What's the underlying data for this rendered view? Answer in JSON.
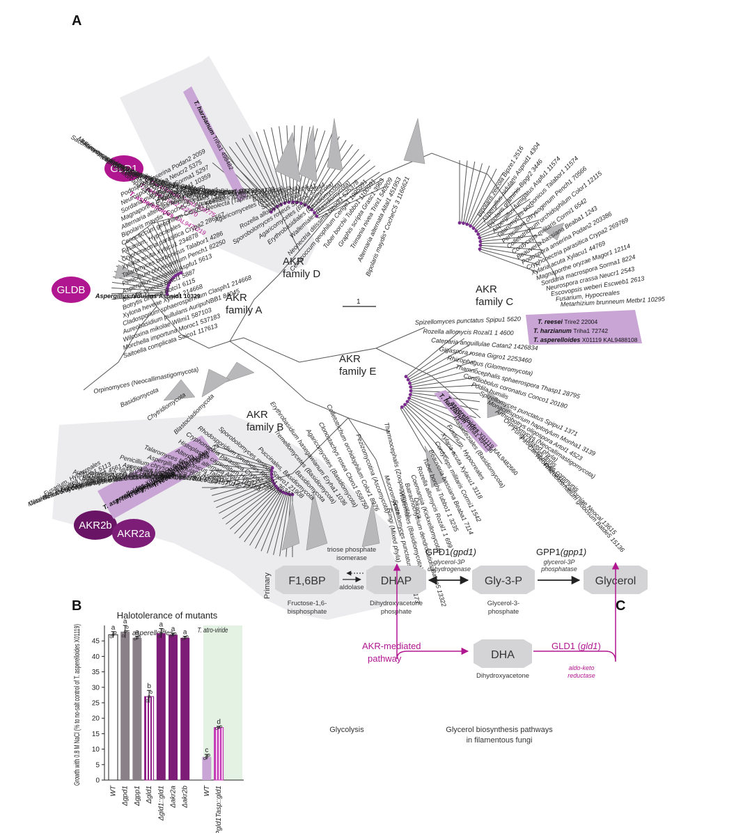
{
  "panels": {
    "a": "A",
    "b": "B",
    "c": "C"
  },
  "colors": {
    "magenta": "#b0168f",
    "dark_purple": "#6a1466",
    "mid_purple": "#8e1f86",
    "grey_node": "#d4d4d6",
    "shade": "#ececee"
  },
  "tree": {
    "families": [
      {
        "id": "a",
        "line1": "AKR",
        "line2": "family A"
      },
      {
        "id": "b",
        "line1": "AKR",
        "line2": "family B"
      },
      {
        "id": "c",
        "line1": "AKR",
        "line2": "family C"
      },
      {
        "id": "d",
        "line1": "AKR",
        "line2": "family D"
      },
      {
        "id": "e",
        "line1": "AKR",
        "line2": "family E"
      }
    ],
    "ovals": {
      "gld1": "GLD1",
      "gldb": "GLDB",
      "akr2b": "AKR2b",
      "akr2a": "AKR2a"
    },
    "scale_label": "1",
    "leaves_topleft": [
      "Saitoella complicata Saico1 117613",
      "Morchella importuna Moroc1 537183",
      "Wilcoxina mikolae Wilmi1 587103",
      "Aureobasidium pullulans AuripuNBB1 84045",
      "Cladosporium sphaerospermum Clasph1 214668",
      "Xylona heveae Xylhe1 214668",
      "Botrytis cinerea Botci1 6115",
      "Botrytis cinerea Botci1 5887",
      "Aspergillus fumigatus Aspfu1 5613",
      "Penicillium chrysogenum Pench1 82250",
      "Talaromyces borbonicus Talabor1 4286",
      "Xylaria acuta Xylacu1 234878",
      "Cryphonectria parasitica Crypa2 286567",
      "Fusarium, Hypocreales",
      "Cenococcum geophilum Cenge1 664563",
      "Bipolaris maydis* CocheC5 3 1108497",
      "Alternaria alternata Altal1 394570",
      "Magnaporthe oryzae Magor1 10359",
      "Sordaria macrospora Sorma1 5297",
      "Neurospora crassa Neucr2 5375",
      "Podospora anserina Podan2 2059"
    ],
    "leaves_left_mid": [
      "Orpinomyces (Neocallimastigomycota)",
      "Basidiomycota",
      "Chytridiomycota",
      "Blastocladiomycota"
    ],
    "leaves_top": [
      "Mortierella capitata Morcap1 215813",
      "Allomyces macrogynus Allma1 19315",
      "Saccharomycopsis capsularis Sacca1 1330",
      "Xylaria acuta Xylacu1 258404",
      "Magnaporthe oryzae Magor1 81545",
      "Wilcoxina mikolae Wilmi1 538860",
      "Trimania nivea Trini1 558040",
      "Beauveria bassiana Beaba1 8163",
      "Mucoromycota",
      "Mortierellales (Mucoromycota)",
      "Dikarya",
      "Pneumocystis carinii Pneca1 987",
      "Bipolaris maydis CocheC5 3 116291",
      "Saccharomycetales (Saccharomycotina)",
      "Atractiellales Atrac1 1236799",
      "Neolecta (Taphrinomycotina)",
      "Basidiomycota",
      "Agaricomycetes (Basidiomycota)",
      "Saccharomycotina",
      "Rozella allomycis Rozal1 1 641",
      "Sporobolomyces roseus Sporo1 33944",
      "Agaricomycetes (Basidiomycota)",
      "Erythrobasidiales (Basidiomycota)",
      "Wallemiales (Basidiomycota)",
      "Neonectria ditissima Neodi1 525378",
      "Cenococcum geophilum Cenge1 1095991",
      "Tuber borchii Tubbo1 1100991",
      "Graphis scripta Grasc1 3963",
      "Trimania nivea Trini1 540209",
      "Alternaria alternata Altal1 451953",
      "Bipolaris maydis* CocheC5 3 1166621"
    ],
    "leaves_right": [
      "Bipolaris zeicola Bipze1 2516",
      "Aspergillus nidulans Aspnid1 4304",
      "Bipolaris graminis Bipgr2 3446",
      "Aspergillus fumigatus Aspfu1 11574",
      "Talaromyces borbonicus Talabor1 11574",
      "Penicillium chrysogenum Pench1 70566",
      "Colletotrichum orchidophilum Color1 12115",
      "Cordyceps militaris Cormi1 6542",
      "Beauveria bassiana Beaba1 1243",
      "Podospora anserina Podan2 203386",
      "Cryphonectria parasitica Crypa2 269769",
      "Xylaria acuta Xylacu1 44769",
      "Magnaporthe oryzae Magor1 12114",
      "Sordaria macrospora Sorma1 8224",
      "Neurospora crassa Neucr1 2543",
      "Escovopsis weberi Escweb1 2613",
      "Fusarium, Hypocreales",
      "Metarhizium brunneum Metbr1 10295"
    ],
    "highlight_c": [
      {
        "name": "T. reesei",
        "id": "Trire2 22004"
      },
      {
        "name": "T. harzianum",
        "id": "Triha1 72742"
      },
      {
        "name": "T. asperelloides",
        "id": "X01119 KAL9488108"
      }
    ],
    "highlight_d": [
      {
        "name": "T. harzianum",
        "id": "Triha1 509775"
      },
      {
        "name": "T. reesei",
        "id": "Trire2 122770"
      },
      {
        "name": "T. asperelloides",
        "id": "KAL9473219"
      }
    ],
    "highlight_gld1_top": {
      "name": "T. harzianum",
      "id": "Triha1 498482"
    },
    "gldb_leaf": {
      "name": "Aspergillus nidulans",
      "id": "Aspnid1 10329"
    },
    "leaves_e": [
      "Spizellomyces punctatus Spipu1 5620",
      "Rozella allomycis Rozal1 1 4600",
      "Catenaria anguillulae Catan2 1426834",
      "Gigaspora rosea Gigro1 2253460",
      "Rhizophagus (Glomeromycota)",
      "Thamnocephalis sphaerospora Thasp1 28795",
      "Conidiobolus coronatus Conco1 20180",
      "Podila humilis",
      "Spizellomyces punctatus Spipu1 1371",
      "Monacrosporium haptotylum Monha1 3139",
      "Arthrobotrys oligospora Artol1 4523",
      "Orpinomyces (Neocallimastigomycota)",
      "Fungi (Mixed phyla)",
      "Piromyces finnis",
      "Caecomyces communis",
      "Neocallimastix californiae Neocal 13615",
      "Rhizoclosmatium globosum Batde5 15136"
    ],
    "highlight_e": [
      {
        "name": "T. harzianum",
        "id": "Triha1 494136"
      },
      {
        "name": "T. asperelloides",
        "id": "X01119 KAL9482660"
      }
    ],
    "leaves_e_lower": [
      "Malasseziales (Basidiomycota)",
      "Fusarium, Hypocreales",
      "Xylaria acuta Xylacu1 3118",
      "Cordyceps militaris Cormi1 1542",
      "Beauveria bassiana Beaba1 7114",
      "Tuber borchii Tubbo1 1 3235",
      "Rozella allomycis Rozal1 1 699",
      "Coemansia (Kickxellomycota)",
      "Batrachochytrium dendrobatidis Batde5 13322",
      "Wallemiales (Basidiomycota)",
      "Spizellomyces punctatus Spipu1 7173",
      "Fungi (Mixed phyla)"
    ],
    "leaves_b": [
      "Fusarium, Hypocreales",
      "Claviceps purpurea Clapu1 5113",
      "Metarhizium brunneum Metbr1 4561",
      "Beauveria bassiana Beaba1 3843",
      "Cordyceps militaris Cormi1 8024",
      "Escovopsis weberi Escweb1 5055",
      "Clonostachys rosea Clorc1 415030",
      "Alternaria alternata Altal1 44374",
      "Bipolaris maydis* CocheC5 3 114000",
      "Aureobasidium pullulans AuripuNBB1 85773",
      "Fusarium, Hypocreales",
      "Aspergillus fumigatus Aspfu1 6369",
      "Penicillium chrysogenum Pench1 73137",
      "Aspergillus nidulans Aspnid1 1016",
      "Talaromyces borbonicus Talabor1 13277",
      "Alternaria alternata Altal1 104168",
      "Histoplasma capsulatum Hisca1 1777",
      "Cryphonectria parasitica Crypa2 294838",
      "Rhodosporidium toruloides Rhoto1 36342",
      "Sporobolomyces roseus Sporo1 21908",
      "Puccinales, Basidiomycota",
      "Basidiomycota",
      "Tremellomycetes (Basidiomycota)",
      "Erythrobasidium hasegawianum Eryha1 1036",
      "Agaricomycetes (Basidiomycota)",
      "Clonostachys rosea Cloro1 558750",
      "Colletotrichum orchidophilum Color1 8976",
      "Pezizomycotina (Ascomycota)",
      "Mucoromycota",
      "Thamnocephalis (Zoopagomycota)",
      "Dikarya"
    ],
    "highlight_b": [
      {
        "name": "T. asperelloides",
        "id": "X01119 KAL9484213"
      },
      {
        "name": "T. harzianum",
        "id": "Triha1 517823"
      },
      {
        "name": "T. asperelloides",
        "id": "X01119 KAL9497123"
      },
      {
        "name": "T. harzianum",
        "id": "Triha1 513023"
      },
      {
        "name": "T. reesei",
        "id": "Trire2 120021"
      }
    ]
  },
  "chart_data": {
    "type": "bar",
    "title": "Halotolerance of mutants",
    "ylabel": "Growth with 0.8 M NaCl (% to no-salt control of T. asperelloides X01119)",
    "ylim": [
      0,
      50
    ],
    "yticks": [
      0,
      5,
      10,
      15,
      20,
      25,
      30,
      35,
      40,
      45
    ],
    "group_labels": [
      {
        "text": "T. asperelloides",
        "span": [
          0,
          6
        ]
      },
      {
        "text": "T. atro-viride",
        "span": [
          7,
          8
        ]
      }
    ],
    "categories": [
      "WT",
      "Δgpd1",
      "Δgpp1",
      "Δgld1",
      "Δgld1::gld1",
      "Δakr2a",
      "Δakr2b",
      "WT",
      "Pgld1Tasp::gld1"
    ],
    "values": [
      47,
      48,
      46,
      27,
      47.5,
      47,
      46,
      7.5,
      17
    ],
    "errors": [
      1,
      2,
      0.5,
      2,
      1.5,
      0.5,
      0.5,
      0.8,
      0.4
    ],
    "letters": [
      "a",
      "a",
      "a",
      "b",
      "a",
      "a",
      "a",
      "c",
      "d"
    ],
    "bar_styles": [
      "white",
      "grey",
      "grey",
      "hatched-purple",
      "purple",
      "purple",
      "purple",
      "lavender",
      "hatched-pink"
    ],
    "grid": false
  },
  "pathway": {
    "nodes": {
      "dha": {
        "label": "DHA",
        "sub": "Dihydroxyacetone"
      },
      "f16bp": {
        "label": "F1,6BP",
        "sub1": "Fructose-1,6-",
        "sub2": "bisphosphate"
      },
      "dhap": {
        "label": "DHAP",
        "sub1": "Dihydroxyacetone",
        "sub2": "phosphate"
      },
      "gly3p": {
        "label": "Gly-3-P",
        "sub1": "Glycerol-3-",
        "sub2": "phosphate"
      },
      "glycerol": {
        "label": "Glycerol"
      }
    },
    "akr_pathway": {
      "line1": "AKR-mediated",
      "line2": "pathway"
    },
    "gld1": {
      "label": "GLD1 (",
      "gene": "gld1",
      "close": ")",
      "sub1": "aldo-keto",
      "sub2": "reductase"
    },
    "tpi": {
      "line1": "triose phosphate",
      "line2": "isomerase"
    },
    "gpd1": {
      "label": "GPD1",
      "gene": "(gpd1)",
      "sub1": "glycerol-3P",
      "sub2": "dehydrogenase"
    },
    "gpp1": {
      "label": "GPP1",
      "gene": "(gpp1)",
      "sub1": "glycerol-3P",
      "sub2": "phosphatase"
    },
    "aldolase": "aldolase",
    "primary": "Primary",
    "glycolysis": "Glycolysis",
    "caption1": "Glycerol biosynthesis pathways",
    "caption2": "in filamentous fungi"
  }
}
